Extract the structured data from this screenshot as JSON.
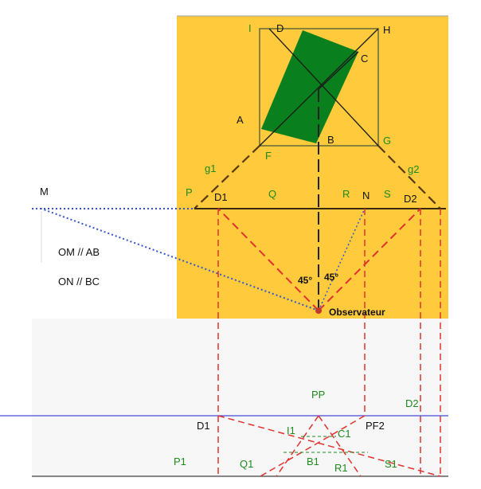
{
  "labels": {
    "I": "I",
    "D": "D",
    "H": "H",
    "C": "C",
    "A": "A",
    "B": "B",
    "F": "F",
    "G": "G",
    "g1": "g1",
    "g2": "g2",
    "M": "M",
    "P": "P",
    "D1": "D1",
    "Q": "Q",
    "R": "R",
    "N": "N",
    "S": "S",
    "D2": "D2",
    "om_ab": "OM // AB",
    "on_bc": "ON // BC",
    "angle_left": "45°",
    "angle_right": "45°",
    "observer": "Observateur",
    "PP": "PP",
    "D2_low": "D2",
    "D1_low": "D1",
    "PF2": "PF2",
    "I1": "I1",
    "C1": "C1",
    "P1": "P1",
    "Q1": "Q1",
    "B1": "B1",
    "R1": "R1",
    "S1": "S1"
  },
  "colors": {
    "plan_bg": "#FFCB3D",
    "lower_bg": "#F7F7F7",
    "green_rect": "#0A7F1E",
    "green_text": "#1E8A1E",
    "dashed_red": "#E0322E",
    "blue_dotted": "#3355CC",
    "horizon_blue": "#4A4AD8",
    "dark_line": "#3A2A10",
    "observer_dot": "#C0392B"
  }
}
